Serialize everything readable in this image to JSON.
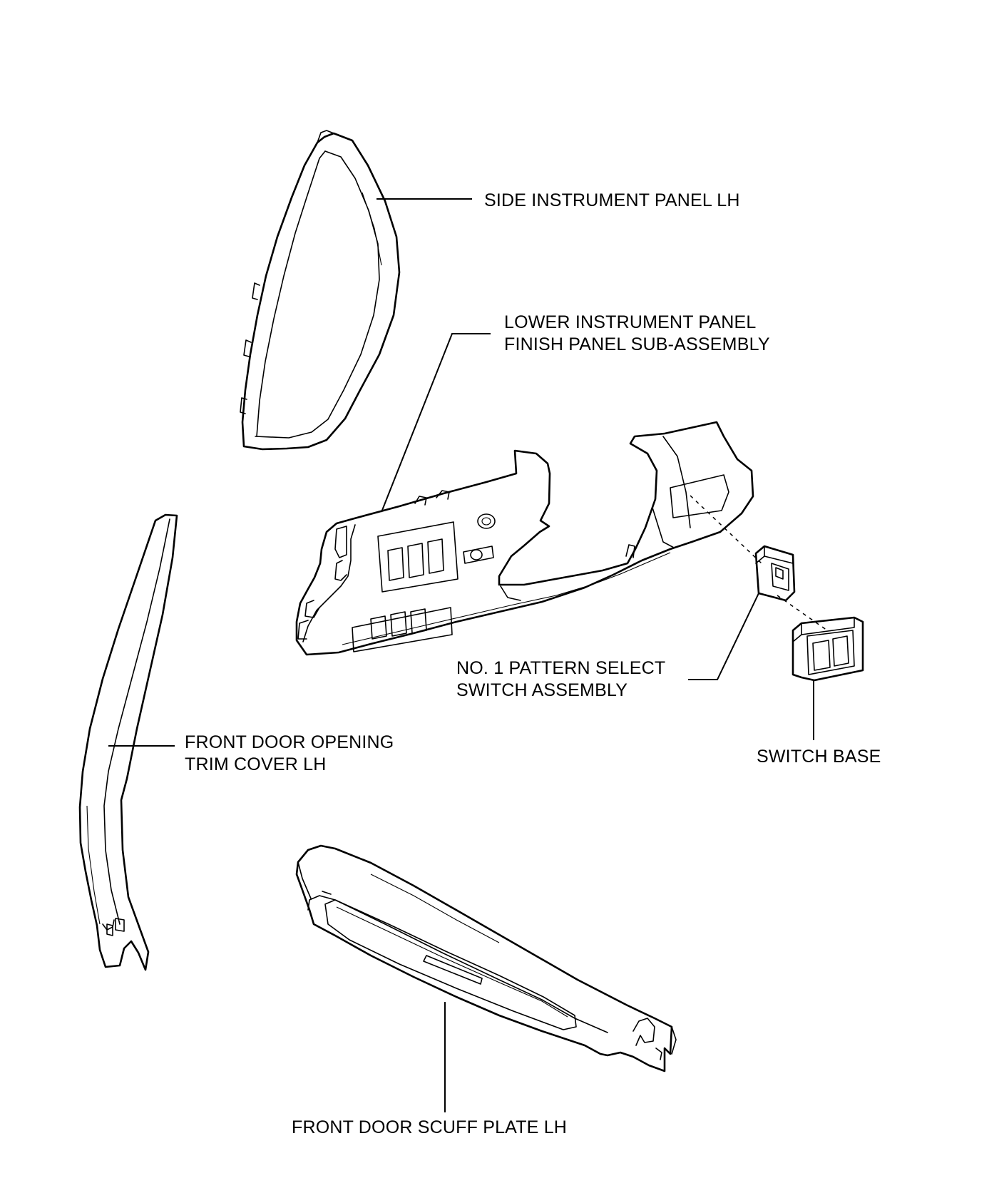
{
  "labels": {
    "side_panel": "SIDE INSTRUMENT PANEL LH",
    "lower_panel_line1": "LOWER INSTRUMENT PANEL",
    "lower_panel_line2": "FINISH PANEL SUB-ASSEMBLY",
    "pattern_switch_line1": "NO. 1 PATTERN SELECT",
    "pattern_switch_line2": "SWITCH ASSEMBLY",
    "switch_base": "SWITCH BASE",
    "door_trim_line1": "FRONT DOOR OPENING",
    "door_trim_line2": "TRIM COVER LH",
    "scuff_plate": "FRONT DOOR SCUFF PLATE LH"
  }
}
